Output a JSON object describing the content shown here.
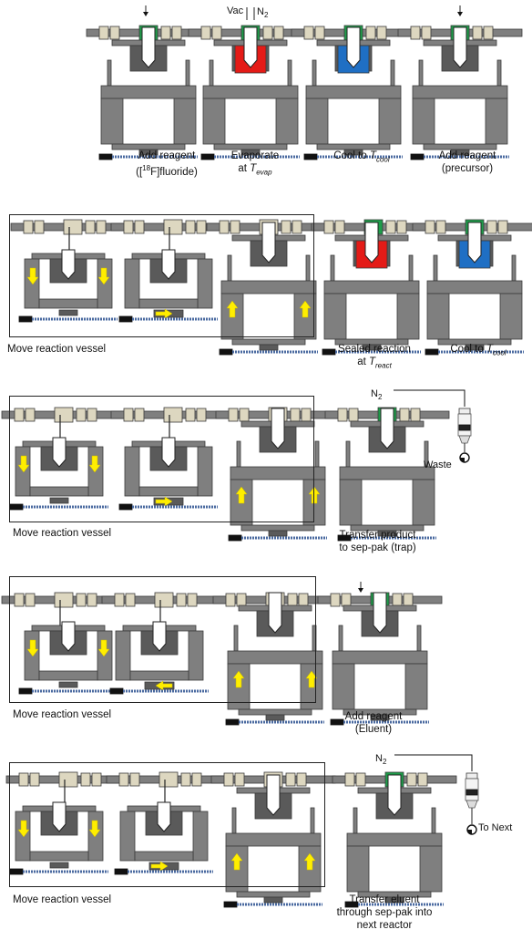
{
  "rows": [
    {
      "labels": [
        {
          "line1": "Add reagent",
          "line2_prefix": "([",
          "line2_sup": "18",
          "line2_suffix": "F]fluoride)"
        },
        {
          "line1": "Evaporate",
          "line2_prefix": "at ",
          "line2_T": "T",
          "line2_sub": "evap"
        },
        {
          "line1_prefix": "Cool to ",
          "line1_T": "T",
          "line1_sub": "cool"
        },
        {
          "line1": "Add reagent",
          "line2": "(precursor)"
        }
      ],
      "annotations": {
        "vac": "Vac",
        "n2": "N",
        "n2_sub": "2"
      }
    },
    {
      "frame_label": "Move reaction vessel",
      "labels": [
        {
          "line1": "Sealed reaction",
          "line2_prefix": "at ",
          "line2_T": "T",
          "line2_sub": "react"
        },
        {
          "line1_prefix": "Cool to ",
          "line1_T": "T",
          "line1_sub": "cool"
        }
      ]
    },
    {
      "frame_label": "Move reaction vessel",
      "labels": [
        {
          "line1": "Transfer product",
          "line2": "to sep-pak (trap)"
        }
      ],
      "annotations": {
        "n2": "N",
        "n2_sub": "2",
        "waste": "Waste"
      }
    },
    {
      "frame_label": "Move reaction vessel",
      "labels": [
        {
          "line1": "Add reagent",
          "line2": "(Eluent)"
        }
      ]
    },
    {
      "frame_label": "Move reaction vessel",
      "labels": [
        {
          "line1": "Transfer eluent",
          "line2": "through sep-pak into",
          "line3": "next reactor"
        }
      ],
      "annotations": {
        "n2": "N",
        "n2_sub": "2",
        "to_next": "To Next"
      }
    }
  ],
  "colors": {
    "frame_gray": "#7f7f7f",
    "frame_dark": "#5a5a5a",
    "block_tan": "#ddd7c0",
    "valve_green": "#1e9e4a",
    "heater_red": "#e41b17",
    "cooler_blue": "#1f6fc4",
    "arrow_yellow": "#ffee00",
    "screw_blue": "#4a6aa0"
  }
}
